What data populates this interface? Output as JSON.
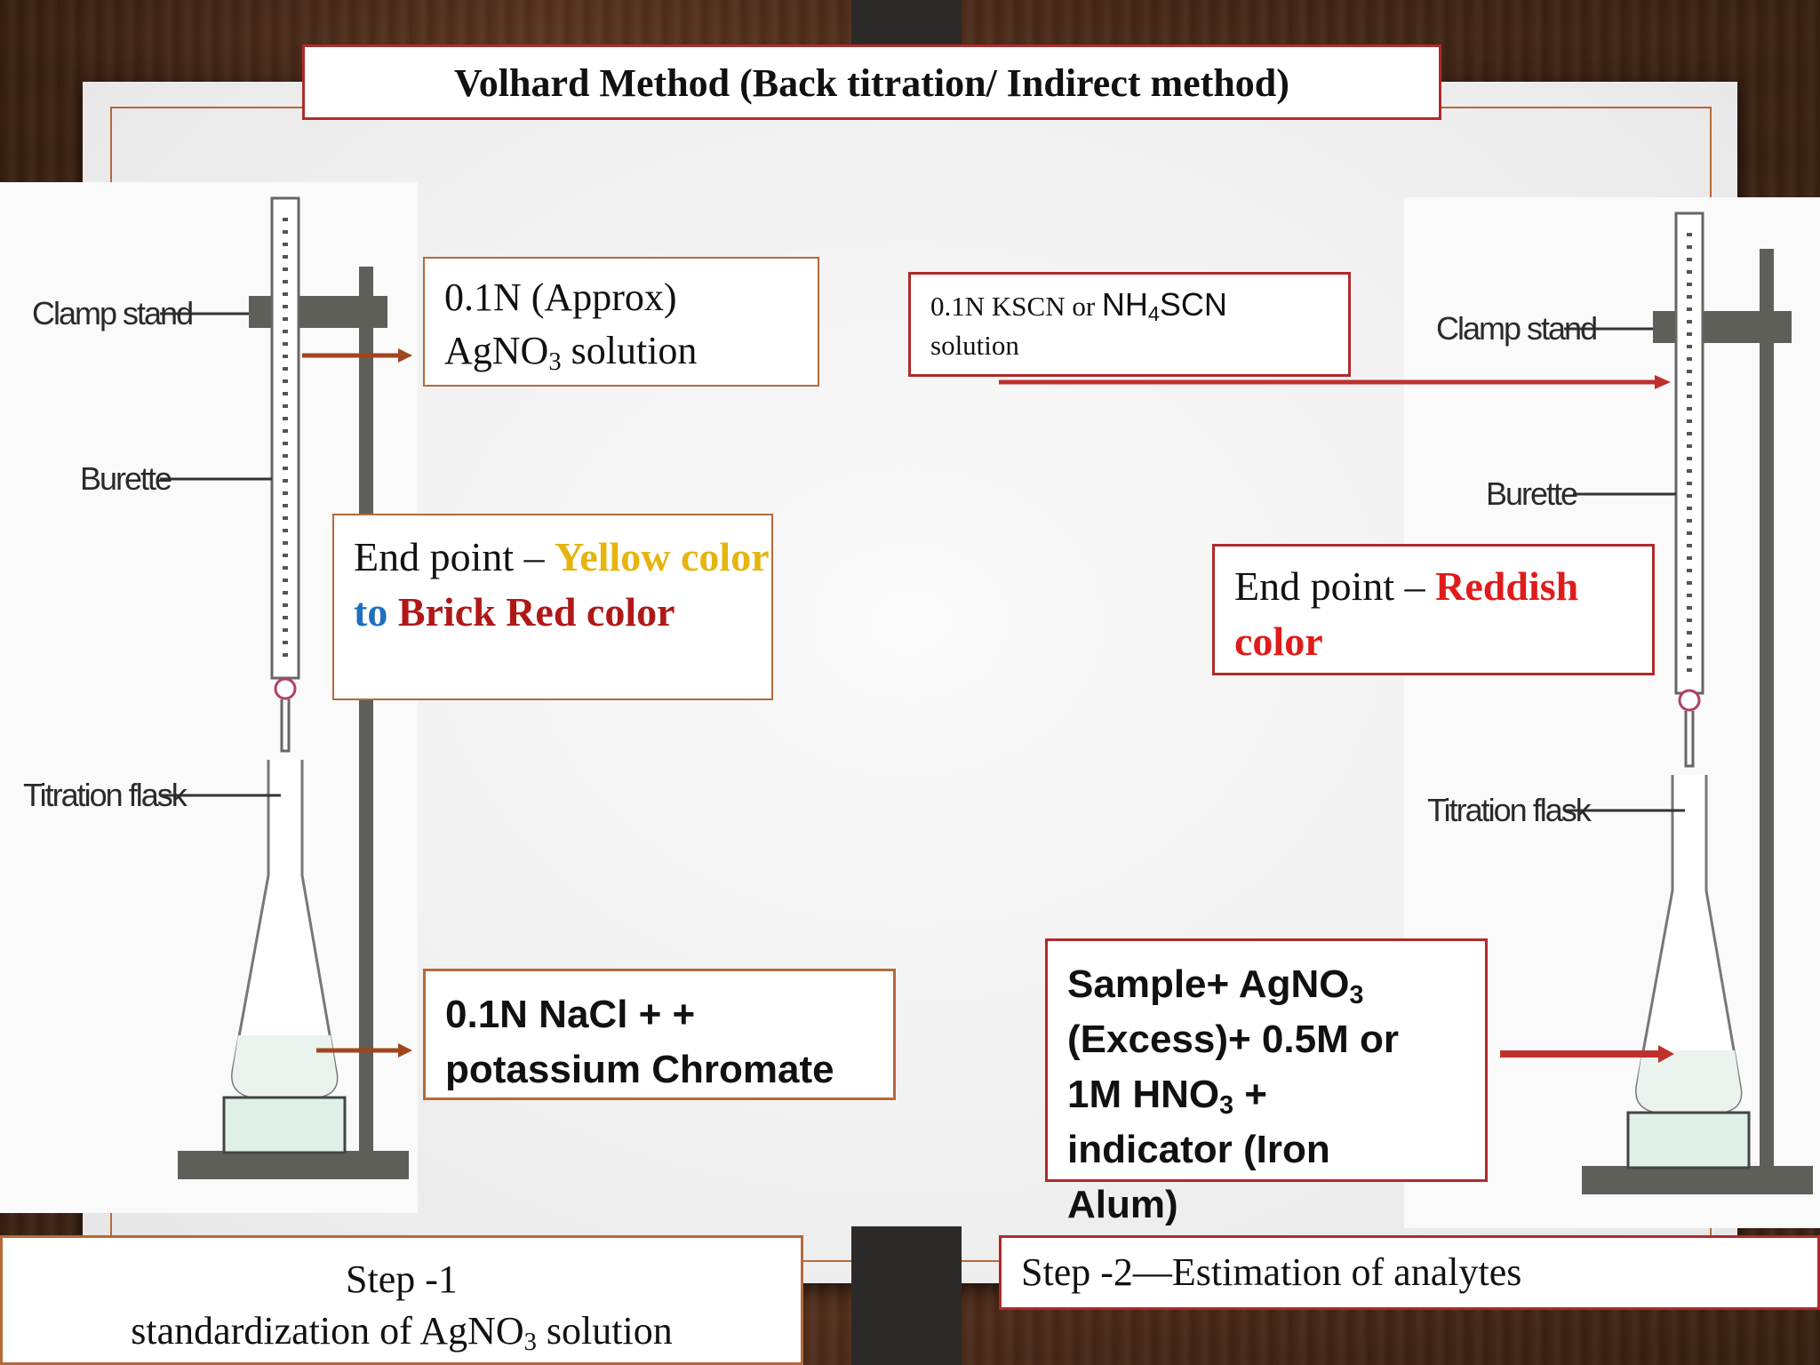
{
  "title": "Volhard Method (Back titration/ Indirect method)",
  "apparatus_labels": {
    "clamp_stand": "Clamp stand",
    "burette": "Burette",
    "titration_flask": "Titration flask"
  },
  "step1": {
    "titrant_line1": "0.1N (Approx)",
    "titrant_line2_pre": "AgNO",
    "titrant_line2_sub": "3",
    "titrant_line2_post": " solution",
    "end_point_label": "End point – ",
    "end_point_yellow": "Yellow color",
    "end_point_to": "to",
    "end_point_brick": "Brick Red color",
    "flask_contents": "0.1N NaCl + + potassium Chromate",
    "caption_line1": "Step -1",
    "caption_line2_pre": "standardization of AgNO",
    "caption_line2_sub": "3",
    "caption_line2_post": " solution"
  },
  "step2": {
    "titrant_pre": "0.1N KSCN or ",
    "titrant_nh": "NH",
    "titrant_nh_sub": "4",
    "titrant_scn": "SCN",
    "titrant_post": "solution",
    "end_point_label": "End point – ",
    "end_point_red": "Reddish color",
    "sample_l1_pre": "Sample+ AgNO",
    "sample_l1_sub": "3",
    "sample_l2": "(Excess)+ 0.5M or",
    "sample_l3_pre": "1M HNO",
    "sample_l3_sub": "3",
    "sample_l3_post": " +",
    "sample_l4": "indicator (Iron",
    "sample_l5": "Alum)",
    "caption": "Step -2—Estimation of analytes"
  },
  "colors": {
    "arrow_brown": "#a0461f",
    "arrow_red": "#c0302c",
    "stand_gray": "#5d5f58",
    "flask_liquid": "#dff0e8"
  }
}
